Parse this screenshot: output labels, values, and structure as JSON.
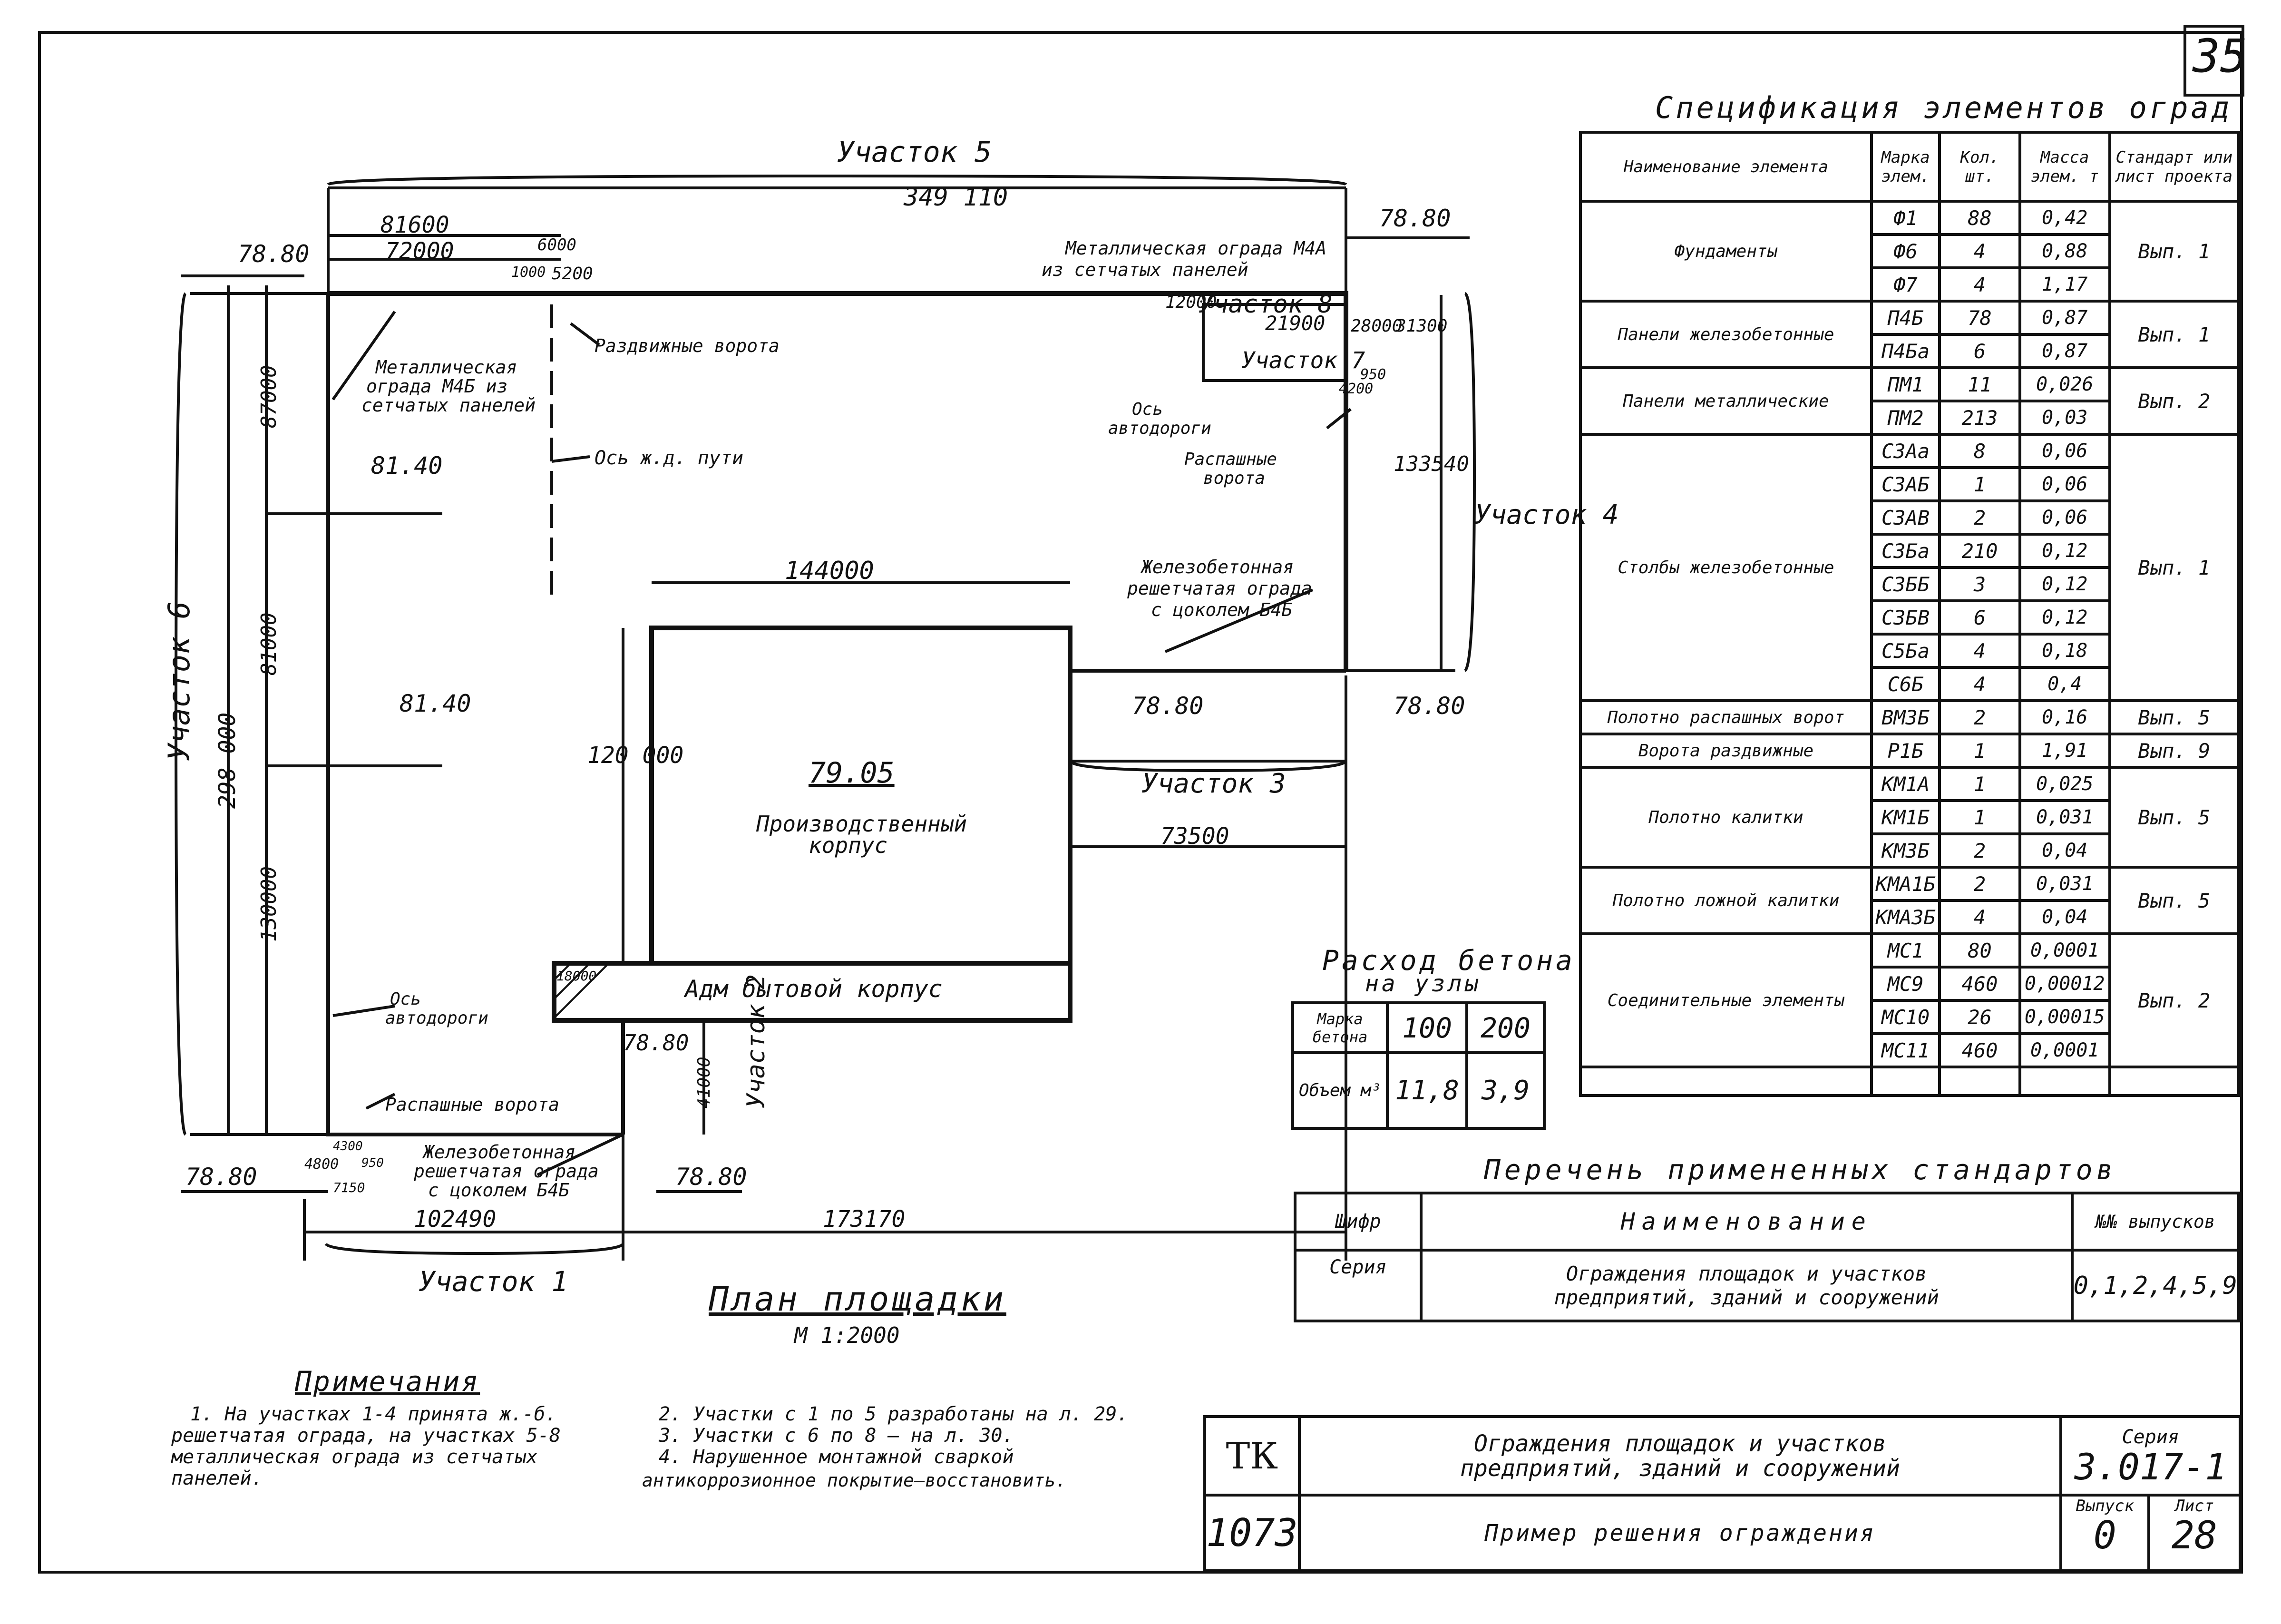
{
  "page_number": "35",
  "spec": {
    "title": "Спецификация элементов оград",
    "headers": [
      "Наименование элемента",
      "Марка элем.",
      "Кол. шт.",
      "Масса элем. т",
      "Стандарт или лист проекта"
    ],
    "rows": [
      {
        "group": "Фундаменты",
        "mark": "Ф1",
        "qty": "88",
        "mass": "0,42",
        "std": "Вып. 1"
      },
      {
        "group": "",
        "mark": "Ф6",
        "qty": "4",
        "mass": "0,88",
        "std": ""
      },
      {
        "group": "",
        "mark": "Ф7",
        "qty": "4",
        "mass": "1,17",
        "std": ""
      },
      {
        "group": "Панели железобетонные",
        "mark": "П4Б",
        "qty": "78",
        "mass": "0,87",
        "std": "Вып. 1"
      },
      {
        "group": "",
        "mark": "П4Ба",
        "qty": "6",
        "mass": "0,87",
        "std": ""
      },
      {
        "group": "Панели металлические",
        "mark": "ПМ1",
        "qty": "11",
        "mass": "0,026",
        "std": "Вып. 2"
      },
      {
        "group": "",
        "mark": "ПМ2",
        "qty": "213",
        "mass": "0,03",
        "std": ""
      },
      {
        "group": "Столбы железобетонные",
        "mark": "С3Аа",
        "qty": "8",
        "mass": "0,06",
        "std": "Вып. 1"
      },
      {
        "group": "",
        "mark": "С3АБ",
        "qty": "1",
        "mass": "0,06",
        "std": ""
      },
      {
        "group": "",
        "mark": "С3АВ",
        "qty": "2",
        "mass": "0,06",
        "std": ""
      },
      {
        "group": "",
        "mark": "С3Ба",
        "qty": "210",
        "mass": "0,12",
        "std": ""
      },
      {
        "group": "",
        "mark": "С3ББ",
        "qty": "3",
        "mass": "0,12",
        "std": ""
      },
      {
        "group": "",
        "mark": "С3БВ",
        "qty": "6",
        "mass": "0,12",
        "std": ""
      },
      {
        "group": "",
        "mark": "С5Ба",
        "qty": "4",
        "mass": "0,18",
        "std": ""
      },
      {
        "group": "",
        "mark": "С6Б",
        "qty": "4",
        "mass": "0,4",
        "std": ""
      },
      {
        "group": "Полотно распашных ворот",
        "mark": "ВМ3Б",
        "qty": "2",
        "mass": "0,16",
        "std": "Вып. 5"
      },
      {
        "group": "Ворота раздвижные",
        "mark": "Р1Б",
        "qty": "1",
        "mass": "1,91",
        "std": "Вып. 9"
      },
      {
        "group": "Полотно калитки",
        "mark": "КМ1А",
        "qty": "1",
        "mass": "0,025",
        "std": "Вып. 5"
      },
      {
        "group": "",
        "mark": "КМ1Б",
        "qty": "1",
        "mass": "0,031",
        "std": ""
      },
      {
        "group": "",
        "mark": "КМ3Б",
        "qty": "2",
        "mass": "0,04",
        "std": ""
      },
      {
        "group": "Полотно ложной калитки",
        "mark": "КМА1Б",
        "qty": "2",
        "mass": "0,031",
        "std": "Вып. 5"
      },
      {
        "group": "",
        "mark": "КМА3Б",
        "qty": "4",
        "mass": "0,04",
        "std": ""
      },
      {
        "group": "Соединительные элементы",
        "mark": "МС1",
        "qty": "80",
        "mass": "0,0001",
        "std": "Вып. 2"
      },
      {
        "group": "",
        "mark": "МС9",
        "qty": "460",
        "mass": "0,00012",
        "std": ""
      },
      {
        "group": "",
        "mark": "МС10",
        "qty": "26",
        "mass": "0,00015",
        "std": ""
      },
      {
        "group": "",
        "mark": "МС11",
        "qty": "460",
        "mass": "0,0001",
        "std": ""
      }
    ]
  },
  "concrete": {
    "title": "Расход бетона",
    "subtitle": "на узлы",
    "row1_label": "Марка бетона",
    "v100": "100",
    "v200": "200",
    "row2_label": "Объем м³",
    "vol100": "11,8",
    "vol200": "3,9"
  },
  "standards": {
    "title": "Перечень примененных стандартов",
    "h_code": "Шифр",
    "h_name": "Наименование",
    "h_issues": "№№ выпусков",
    "code": "Серия",
    "name1": "Ограждения площадок и участков",
    "name2": "предприятий, зданий и сооружений",
    "issues": "0,1,2,4,5,9"
  },
  "stamp": {
    "org": "ТК",
    "title1": "Ограждения площадок и участков",
    "title2": "предприятий, зданий и сооружений",
    "series_label": "Серия",
    "series": "3.017-1",
    "number": "1073",
    "sheet_name": "Пример решения ограждения",
    "issue_label": "Выпуск",
    "issue": "0",
    "sheet_label": "Лист",
    "sheet": "28"
  },
  "plan": {
    "title": "План площадки",
    "scale": "М 1:2000",
    "u5": "Участок 5",
    "u6": "Участок 6",
    "u1": "Участок 1",
    "u2": "Участок 2",
    "u3": "Участок 3",
    "u4": "Участок 4",
    "u7": "Участок 7",
    "u8": "Участок 8",
    "d349110": "349 110",
    "d81600": "81600",
    "d72000": "72000",
    "d6000": "6000",
    "d1000": "1000",
    "d5200": "5200",
    "d87000": "87000",
    "d81000": "81000",
    "d298000": "298 000",
    "d130000": "130000",
    "d144000": "144000",
    "d120000": "120 000",
    "d73500": "73500",
    "d133540": "133540",
    "d21900": "21900",
    "d12000": "12000",
    "d28000": "28000",
    "d31300": "31300",
    "d4200": "4200",
    "d950": "950",
    "d41000": "41000",
    "d18000": "18000",
    "d4800": "4800",
    "d4300": "4300",
    "d7150": "7150",
    "d102490": "102490",
    "d173170": "173170",
    "el7880a": "78.80",
    "el7880b": "78.80",
    "el7880c": "78.80",
    "el7880d": "78.80",
    "el7880e": "78.80",
    "el7880f": "78.80",
    "el7880g": "78.80",
    "el8140a": "81.40",
    "el8140b": "81.40",
    "el7905": "79.05",
    "main1": "Производственный",
    "main2": "корпус",
    "adm": "Адм бытовой корпус",
    "fence_m4a1": "Металлическая ограда М4А",
    "fence_m4a2": "из сетчатых панелей",
    "fence_m4b1": "Металлическая",
    "fence_m4b2": "ограда М4Б из",
    "fence_m4b3": "сетчатых панелей",
    "sliding": "Раздвижные ворота",
    "rail": "Ось ж.д. пути",
    "road1": "Ось",
    "road2": "автодороги",
    "swing1": "Распашные",
    "swing2": "ворота",
    "rc_a1": "Железобетонная",
    "rc_a2": "решетчатая ограда",
    "rc_a3": "с цоколем Б4Б",
    "road_b1": "Ось",
    "road_b2": "автодороги",
    "swing_b": "Распашные ворота",
    "rc_b1": "Железобетонная",
    "rc_b2": "решетчатая ограда",
    "rc_b3": "с цоколем Б4Б"
  },
  "notes": {
    "title": "Примечания",
    "n1a": "1. На участках 1-4 принята ж.-б.",
    "n1b": "решетчатая ограда, на участках 5-8",
    "n1c": "металлическая ограда из сетчатых",
    "n1d": "панелей.",
    "n2": "2. Участки с 1 по 5 разработаны на л. 29.",
    "n3": "3. Участки с 6 по 8 — на л. 30.",
    "n4a": "4. Нарушенное монтажной сваркой",
    "n4b": "антикоррозионное покрытие—восстановить."
  }
}
